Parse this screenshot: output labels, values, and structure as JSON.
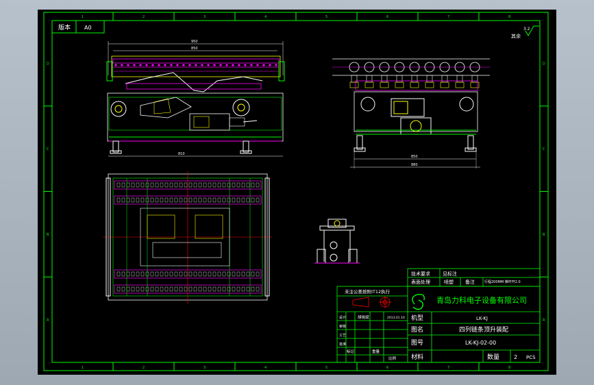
{
  "sheet": {
    "version_label": "版本",
    "version_value": "A0",
    "roughness_value": "3.2",
    "roughness_rest": "其余",
    "zone_rows": [
      "D",
      "C",
      "B",
      "A"
    ],
    "zone_cols": [
      "1",
      "2",
      "3",
      "4",
      "5",
      "6",
      "7",
      "8"
    ]
  },
  "dimensions": {
    "front_overall": "950",
    "front_inner": "850",
    "front_base": "810",
    "side_top": "850",
    "side_bottom": "880"
  },
  "title_block": {
    "tech_req": "技术要求",
    "tech_req_val": "见标注",
    "surface_treat": "表面处理",
    "surface_treat_val": "喷塑",
    "remark": "备注",
    "remark_val": "行程200MM 推杆开2.0",
    "tolerance_note": "未注公差按照IT12执行",
    "company": "青岛力科电子设备有限公司",
    "design": "设计",
    "designer": "胡晓斌",
    "date": "2013.01.10",
    "check": "审核",
    "process": "工艺",
    "approve": "批准",
    "mark": "标记",
    "weight": "重量",
    "scale": "比例",
    "model_label": "机型",
    "model_value": "LK-KJ",
    "name_label": "图名",
    "name_value": "四列链条顶升装配",
    "drawing_no_label": "图号",
    "drawing_no_value": "LK-KJ-02-00",
    "material_label": "材料",
    "qty_label": "数量",
    "qty_value": "2",
    "qty_unit": "PCS"
  },
  "colors": {
    "border": "#00ff00",
    "white": "#ffffff",
    "magenta": "#ff00ff",
    "yellow": "#ffff00",
    "cyan": "#00ffff",
    "red": "#ff0000"
  }
}
